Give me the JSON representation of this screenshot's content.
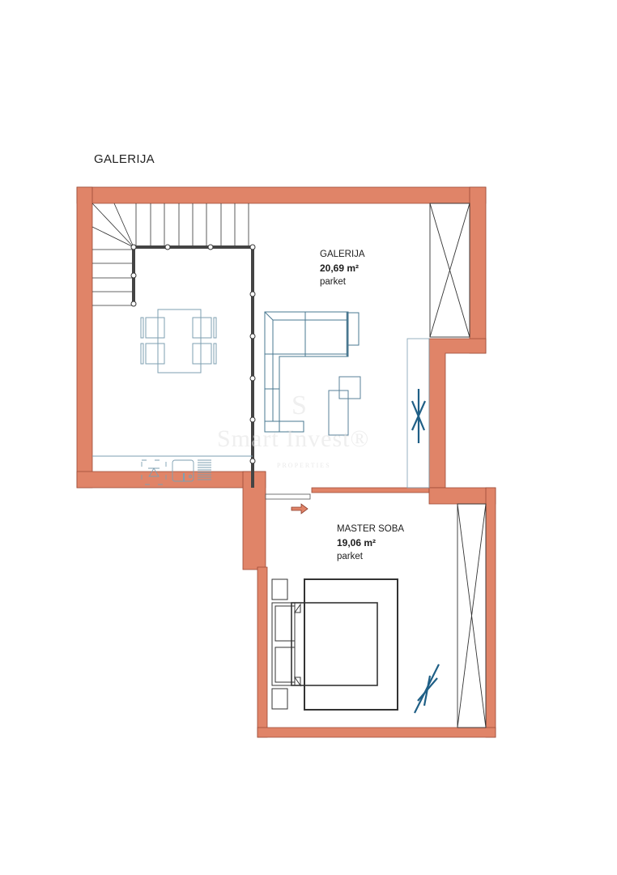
{
  "plan": {
    "title": "GALERIJA",
    "colors": {
      "wall": "#E08468",
      "wall_edge": "#8a3b2a",
      "furniture_blue": "#4a7890",
      "window_blue": "#1f5f86",
      "line_dark": "#333333",
      "arrow": "#c4654a"
    }
  },
  "rooms": [
    {
      "name": "GALERIJA",
      "area": "20,69 m²",
      "floor": "parket"
    },
    {
      "name": "MASTER SOBA",
      "area": "19,06 m²",
      "floor": "parket"
    }
  ],
  "watermark": {
    "initial": "S",
    "brand": "Smart Invest®",
    "sub": "PROPERTIES"
  }
}
